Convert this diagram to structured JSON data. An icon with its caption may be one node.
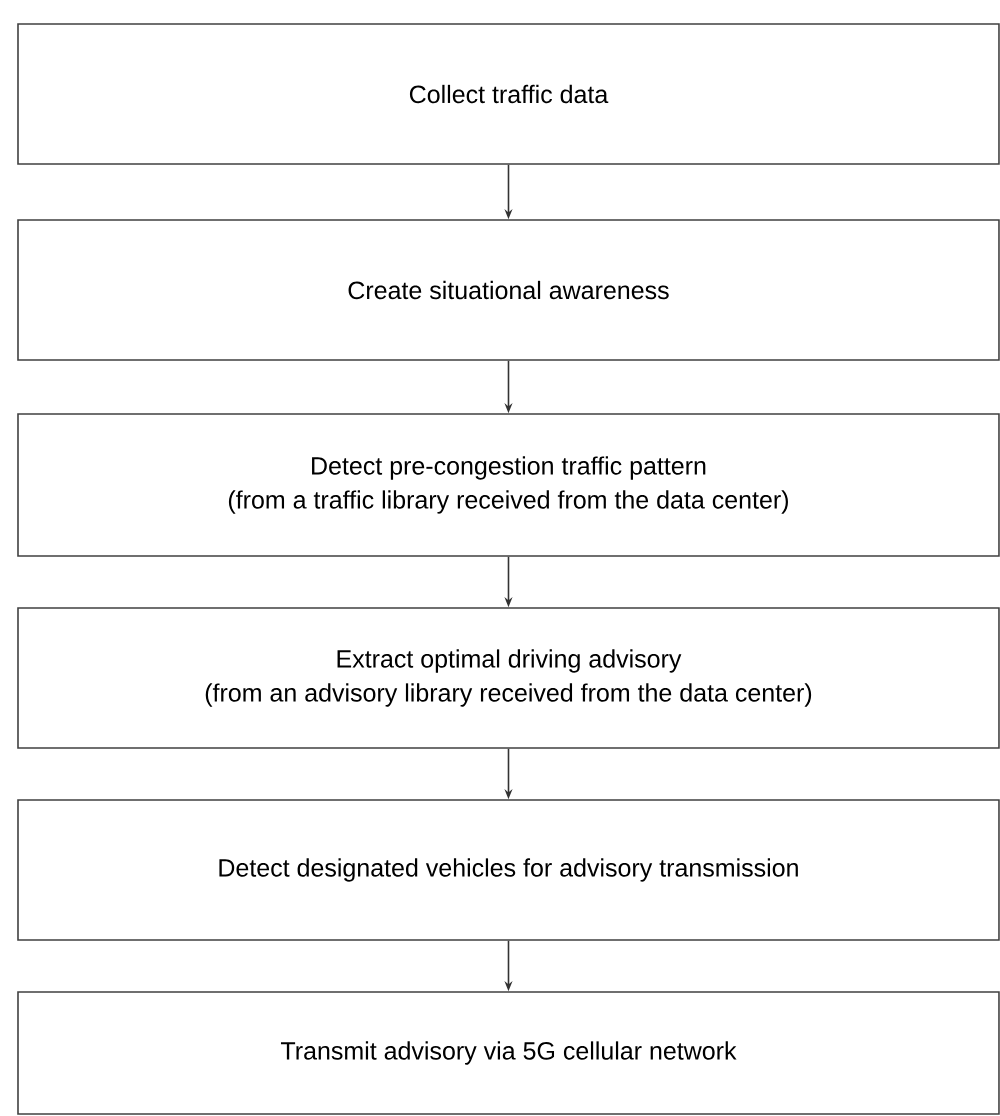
{
  "diagram": {
    "nodes": [
      {
        "text": [
          "Collect traffic data"
        ]
      },
      {
        "text": [
          "Create situational awareness"
        ]
      },
      {
        "text": [
          "Detect pre-congestion traffic pattern",
          "(from a traffic library received from the data center)"
        ]
      },
      {
        "text": [
          "Extract optimal driving advisory",
          "(from an advisory library received from the data center)"
        ]
      },
      {
        "text": [
          "Detect designated vehicles for advisory transmission"
        ]
      },
      {
        "text": [
          "Transmit advisory via 5G cellular network"
        ]
      }
    ],
    "edges": [
      {
        "from": 0,
        "to": 1,
        "arrow": "to"
      },
      {
        "from": 1,
        "to": 2,
        "arrow": "to"
      },
      {
        "from": 2,
        "to": 3,
        "arrow": "to"
      },
      {
        "from": 3,
        "to": 4,
        "arrow": "to"
      },
      {
        "from": 4,
        "to": 5,
        "arrow": "to"
      }
    ]
  }
}
